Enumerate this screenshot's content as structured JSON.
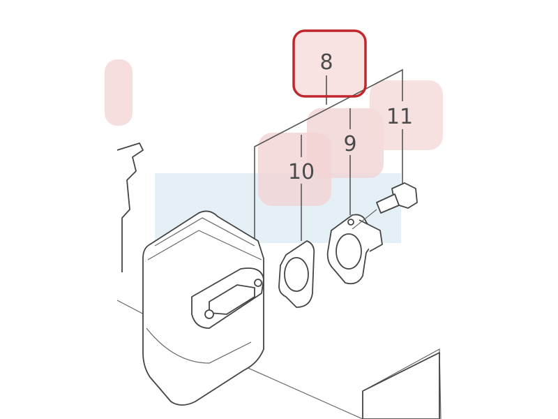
{
  "diagram": {
    "callouts": [
      {
        "id": "8",
        "label": "8",
        "highlighted": true
      },
      {
        "id": "9",
        "label": "9"
      },
      {
        "id": "10",
        "label": "10"
      },
      {
        "id": "11",
        "label": "11"
      }
    ],
    "colors": {
      "highlight_border": "#c0272d",
      "highlight_fill": "#f6dede",
      "overlay_blue": "#e4f0f6",
      "line": "#555555"
    }
  }
}
